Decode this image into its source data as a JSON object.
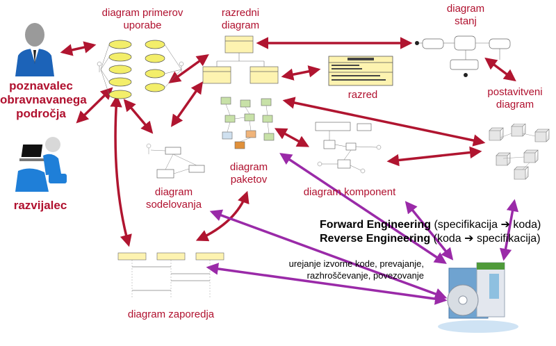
{
  "labels": {
    "use_case": "diagram primerov\nuporabe",
    "class": "razredni\ndiagram",
    "state": "diagram\nstanj",
    "class_single": "razred",
    "deployment": "postavitveni\ndiagram",
    "collaboration": "diagram\nsodelovanja",
    "package": "diagram\npaketov",
    "component": "diagram komponent",
    "sequence": "diagram zaporedja"
  },
  "actors": {
    "domain_expert": "poznavalec\nobravnavanega\npodročja",
    "developer": "razvijalec"
  },
  "engineering": {
    "forward_bold": "Forward Engineering",
    "forward_rest": " (specifikacija ➔ koda)",
    "reverse_bold": "Reverse Engineering",
    "reverse_rest": " (koda ➔ specifikacija)"
  },
  "tasks": "urejanje izvorne kode, prevajanje,\nrazhroščevanje, povezovanje",
  "colors": {
    "label_red": "#b0102e",
    "arrow_red": "#b01530",
    "arrow_purple": "#9a2aa8"
  }
}
